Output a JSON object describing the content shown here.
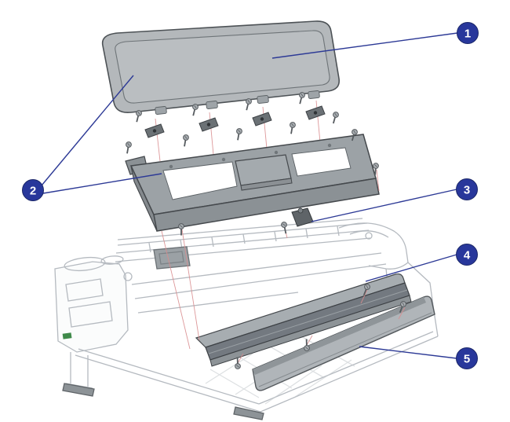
{
  "diagram": {
    "callouts": [
      {
        "label": "1"
      },
      {
        "label": "2"
      },
      {
        "label": "3"
      },
      {
        "label": "4"
      },
      {
        "label": "5"
      }
    ],
    "colors": {
      "callout_blue": "#28379B",
      "callout_stroke": "#1B2768",
      "leader_blue": "#2D3A96",
      "alignment_red": "#D98C8E",
      "part_gray": "#B6BABD",
      "frame_gray": "#9CA2A6",
      "deflector_gray": "#737980",
      "lineart_gray": "#B5BAC0"
    }
  }
}
